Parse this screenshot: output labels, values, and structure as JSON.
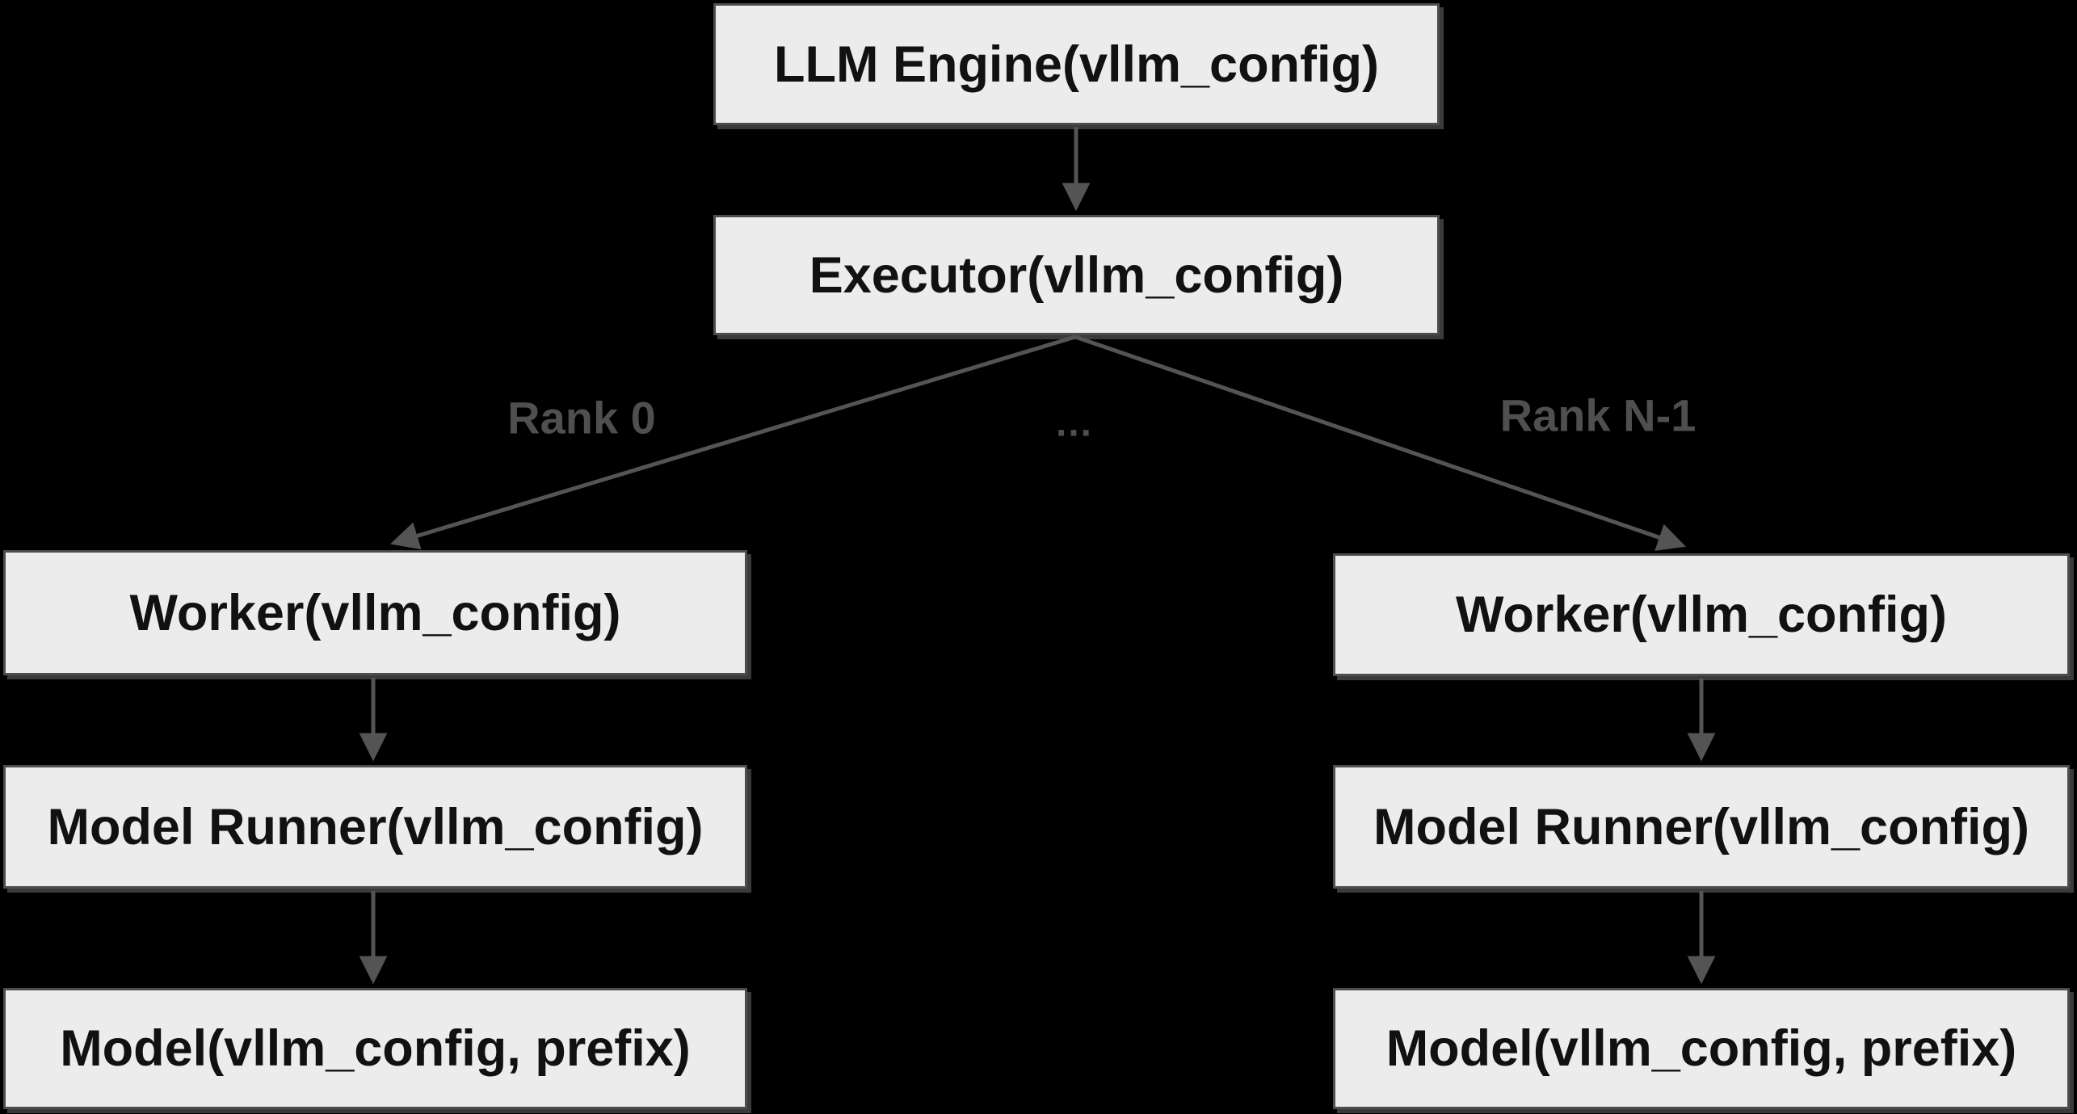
{
  "diagram": {
    "background_color": "#000000",
    "node_fill_color": "#ececec",
    "node_border_color": "#4d4d4d",
    "node_text_color": "#111111",
    "edge_color": "#545454",
    "edge_label_color": "#4f4f4f"
  },
  "nodes": [
    {
      "id": "llm-engine",
      "label": "LLM Engine(vllm_config)"
    },
    {
      "id": "executor",
      "label": "Executor(vllm_config)"
    },
    {
      "id": "worker-left",
      "label": "Worker(vllm_config)"
    },
    {
      "id": "model-runner-left",
      "label": "Model Runner(vllm_config)"
    },
    {
      "id": "model-left",
      "label": "Model(vllm_config, prefix)"
    },
    {
      "id": "worker-right",
      "label": "Worker(vllm_config)"
    },
    {
      "id": "model-runner-right",
      "label": "Model Runner(vllm_config)"
    },
    {
      "id": "model-right",
      "label": "Model(vllm_config, prefix)"
    }
  ],
  "edge_labels": {
    "rank_0": "Rank 0",
    "ellipsis": "…",
    "rank_n_minus_1": "Rank N-1"
  }
}
